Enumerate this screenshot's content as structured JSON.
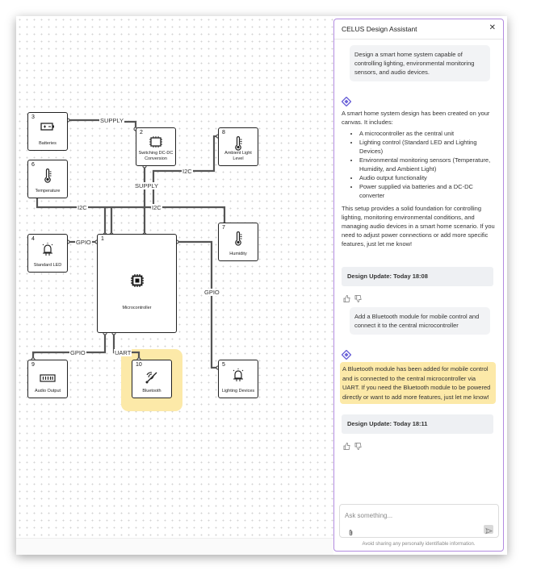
{
  "canvas": {
    "blocks": [
      {
        "id": "batteries",
        "number": "3",
        "label": "Batteries",
        "icon": "battery-icon"
      },
      {
        "id": "dcdc",
        "number": "2",
        "label": "Switching DC-DC Conversion",
        "icon": "chip-icon"
      },
      {
        "id": "ambient",
        "number": "8",
        "label": "Ambient Light Level",
        "icon": "thermometer-icon"
      },
      {
        "id": "temperature",
        "number": "6",
        "label": "Temperature",
        "icon": "thermometer-icon"
      },
      {
        "id": "led",
        "number": "4",
        "label": "Standard LED",
        "icon": "led-icon"
      },
      {
        "id": "mcu",
        "number": "1",
        "label": "Microcontroller",
        "icon": "microcontroller-icon"
      },
      {
        "id": "humidity",
        "number": "7",
        "label": "Humidity",
        "icon": "thermometer-icon"
      },
      {
        "id": "audio",
        "number": "9",
        "label": "Audio Output",
        "icon": "audio-icon"
      },
      {
        "id": "bluetooth",
        "number": "10",
        "label": "Bluetooth",
        "icon": "bluetooth-icon"
      },
      {
        "id": "lighting",
        "number": "5",
        "label": "Lighting Devices",
        "icon": "led-icon"
      }
    ],
    "wire_labels": {
      "supply1": "SUPPLY",
      "supply2": "SUPPLY",
      "i2c_left": "I2C",
      "i2c_mid": "I2C",
      "i2c_right": "I2C",
      "gpio_led": "GPIO",
      "gpio_right": "GPIO",
      "gpio_audio": "GPIO",
      "uart": "UART"
    }
  },
  "panel": {
    "title": "CELUS Design Assistant",
    "close_label": "✕",
    "user_msg_1": "Design a smart home system capable of controlling lighting, environmental monitoring sensors, and audio devices.",
    "assistant_1": {
      "intro": "A smart home system design has been created on your canvas. It includes:",
      "items": [
        "A microcontroller as the central unit",
        "Lighting control (Standard LED and Lighting Devices)",
        "Environmental monitoring sensors (Temperature, Humidity, and Ambient Light)",
        "Audio output functionality",
        "Power supplied via batteries and a DC-DC converter"
      ],
      "outro": "This setup provides a solid foundation for controlling lighting, monitoring environmental conditions, and managing audio devices in a smart home scenario. If you need to adjust power connections or add more specific features, just let me know!"
    },
    "update_1": "Design Update: Today 18:08",
    "user_msg_2": "Add a Bluetooth module for mobile control and connect it to the central microcontroller",
    "assistant_2": "A Bluetooth module has been added for mobile control and is connected to the central microcontroller via UART. If you need the Bluetooth module to be powered directly or want to add more features, just let me know!",
    "update_2": "Design Update: Today 18:11",
    "input_placeholder": "Ask something...",
    "disclaimer": "Avoid sharing any personally identifiable information."
  },
  "colors": {
    "highlight": "#fce9a8",
    "panel_border": "#b28be0",
    "assistant_icon": "#6b63d8"
  }
}
